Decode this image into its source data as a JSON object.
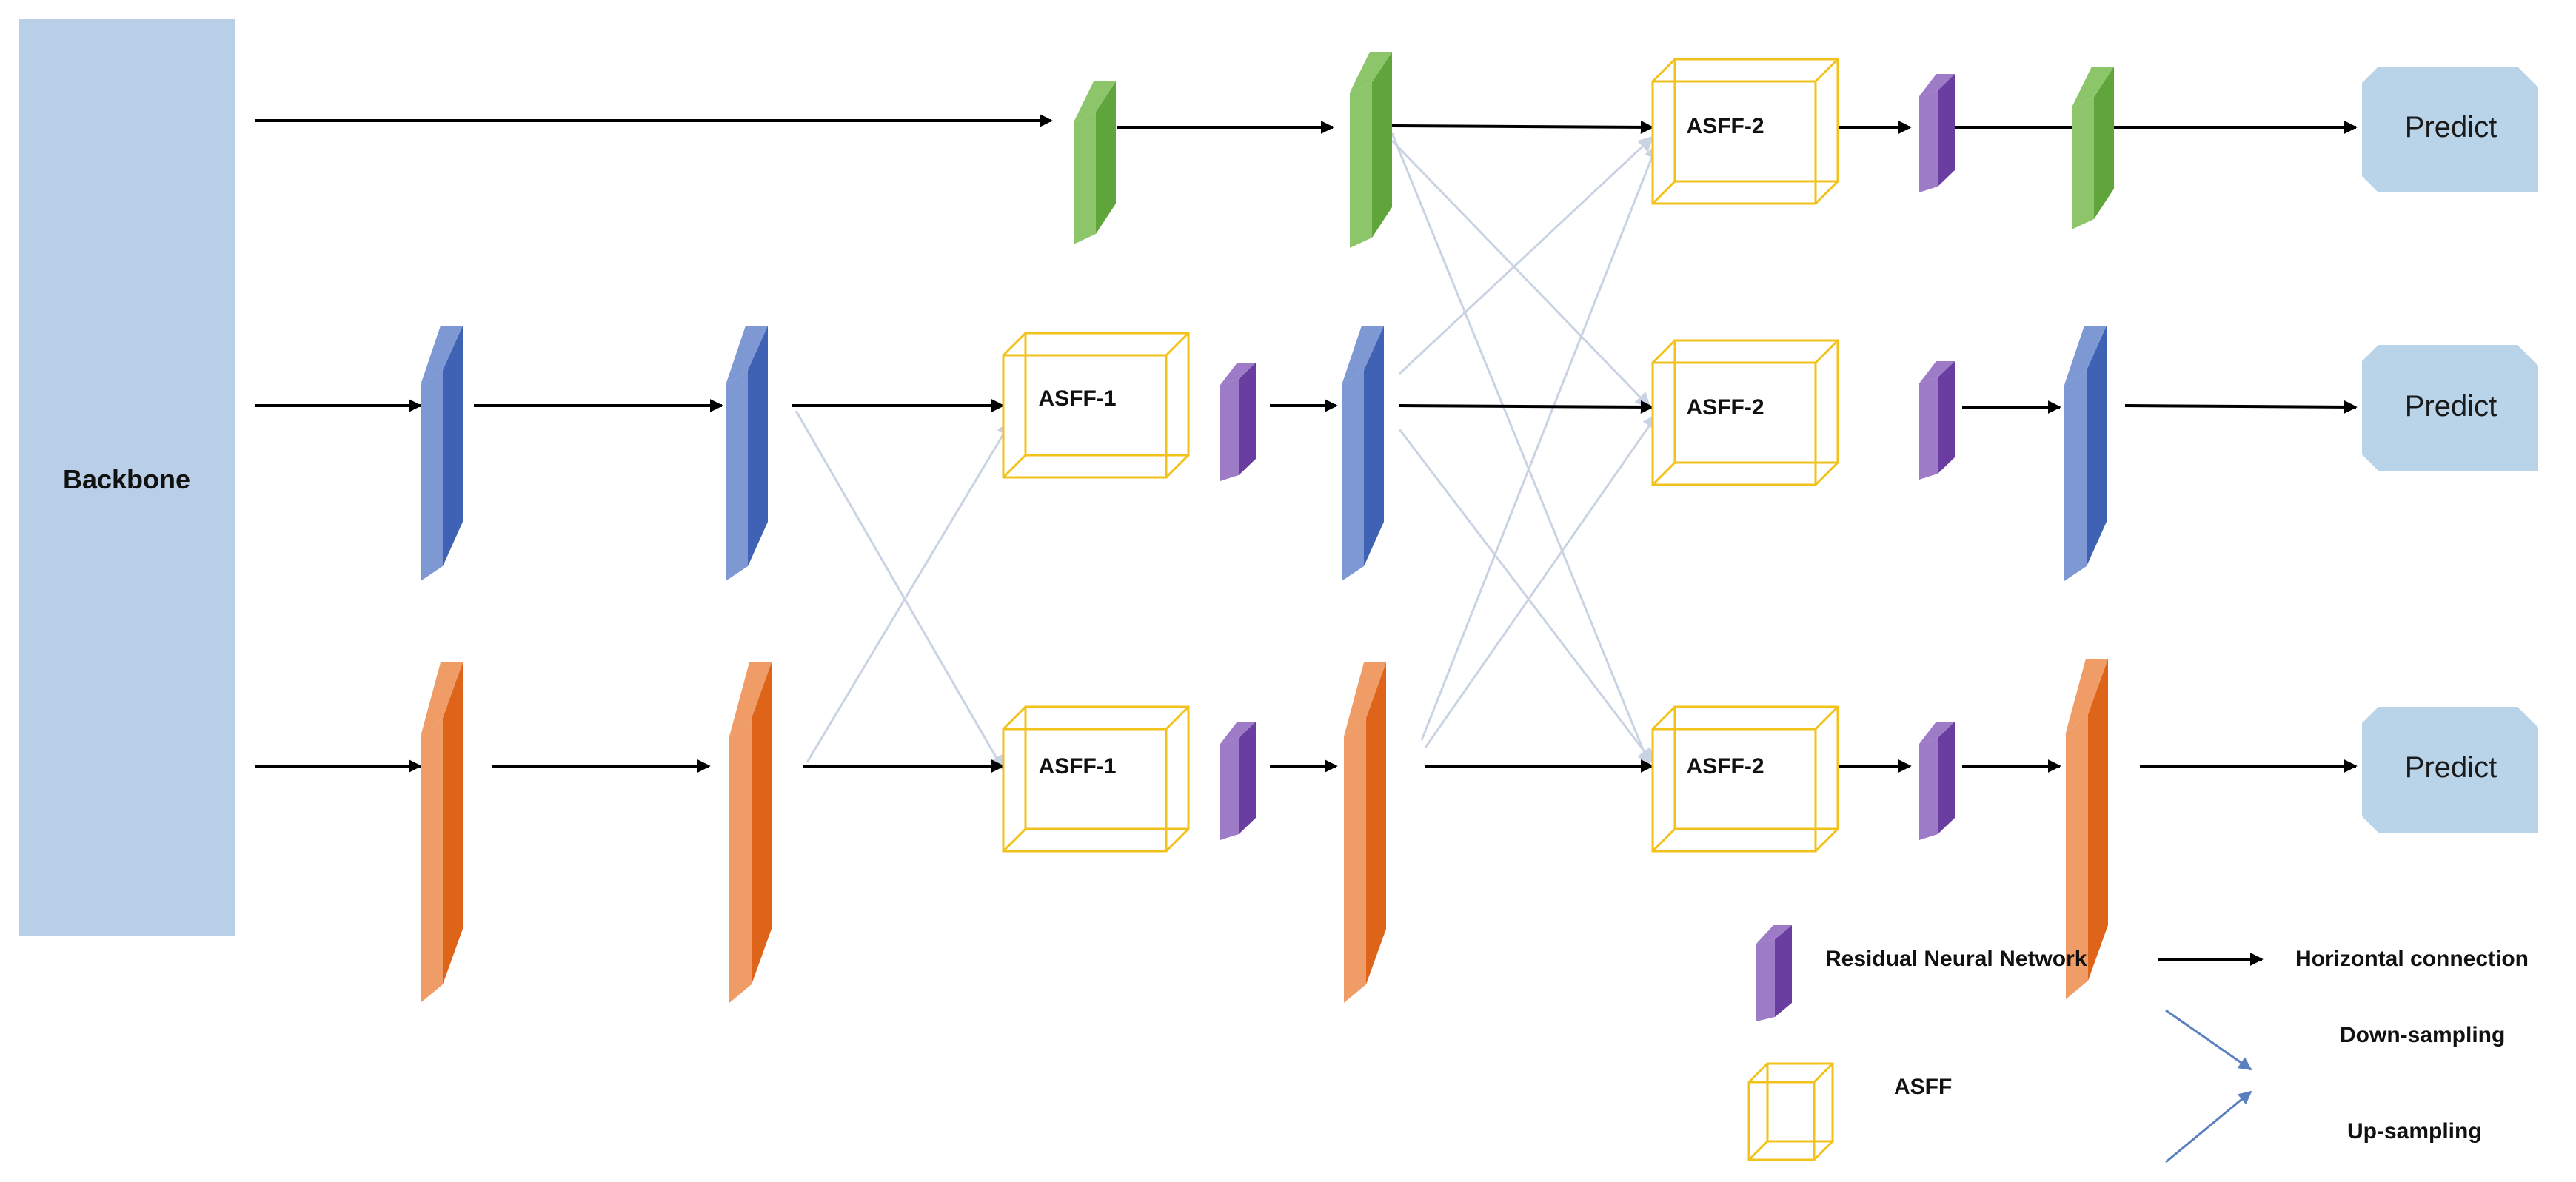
{
  "backbone": {
    "label": "Backbone"
  },
  "asff_labels": {
    "asff1_mid": "ASFF-1",
    "asff1_bot": "ASFF-1",
    "asff2_top": "ASFF-2",
    "asff2_mid": "ASFF-2",
    "asff2_bot": "ASFF-2"
  },
  "predict_labels": {
    "top": "Predict",
    "mid": "Predict",
    "bot": "Predict"
  },
  "legend": {
    "resnet": "Residual Neural Network",
    "horizontal": "Horizontal connection",
    "asff": "ASFF",
    "down": "Down-sampling",
    "up": "Up-sampling"
  },
  "colors": {
    "backbone": "#b9cfe7",
    "predict": "#b9d3e8",
    "green": "#5fa53c",
    "green_light": "#8cc56a",
    "blue": "#3f62b5",
    "blue_light": "#7d98d2",
    "orange": "#dd6418",
    "orange_light": "#ef9c66",
    "purple": "#6a3ea1",
    "purple_light": "#9d7bc7",
    "asff_border": "#f2c21a",
    "cross_line": "#c9d3e3",
    "legend_arrow": "#5a7fc0"
  }
}
